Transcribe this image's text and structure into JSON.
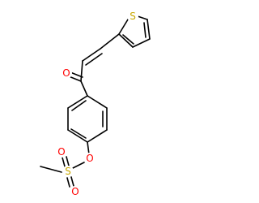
{
  "structure": {
    "atoms": [
      {
        "id": "S1",
        "label": "S",
        "color": "#c8a800"
      },
      {
        "id": "O1",
        "label": "O",
        "color": "#ff0000"
      },
      {
        "id": "O2",
        "label": "O",
        "color": "#ff0000"
      },
      {
        "id": "S2",
        "label": "S",
        "color": "#c8a800"
      },
      {
        "id": "O3",
        "label": "O",
        "color": "#ff0000"
      },
      {
        "id": "O4",
        "label": "O",
        "color": "#ff0000"
      }
    ]
  }
}
